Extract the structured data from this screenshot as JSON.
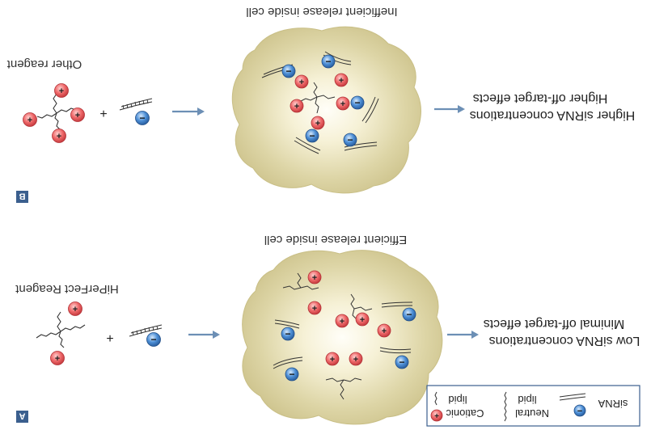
{
  "panel_b": {
    "badge": "B",
    "reagent_label": "Other reagent",
    "cell_caption": "Inefficient release inside cell",
    "outcome_line1": "Higher off-target effects",
    "outcome_line2": "Higher siRNA concentrations",
    "plus_sign": "+"
  },
  "panel_a": {
    "badge": "A",
    "reagent_label": "HiPerFect Reagent",
    "cell_caption": "Efficient release inside cell",
    "outcome_line1": "Minimal off-target effects",
    "outcome_line2": "Low siRNA concentrations",
    "plus_sign": "+"
  },
  "legend": {
    "cationic_label": "Cationic",
    "lipid_label_1": "lipid",
    "neutral_label": "Neutral",
    "lipid_label_2": "lipid",
    "sirna_label": "siRNA"
  },
  "colors": {
    "cell_fill": "#d7cf9e",
    "cell_center": "#fdfbf2",
    "cationic_red": "#e8575a",
    "sirna_blue": "#3f7fc4",
    "arrow": "#6c8fb5",
    "badge": "#3b5f8e"
  }
}
